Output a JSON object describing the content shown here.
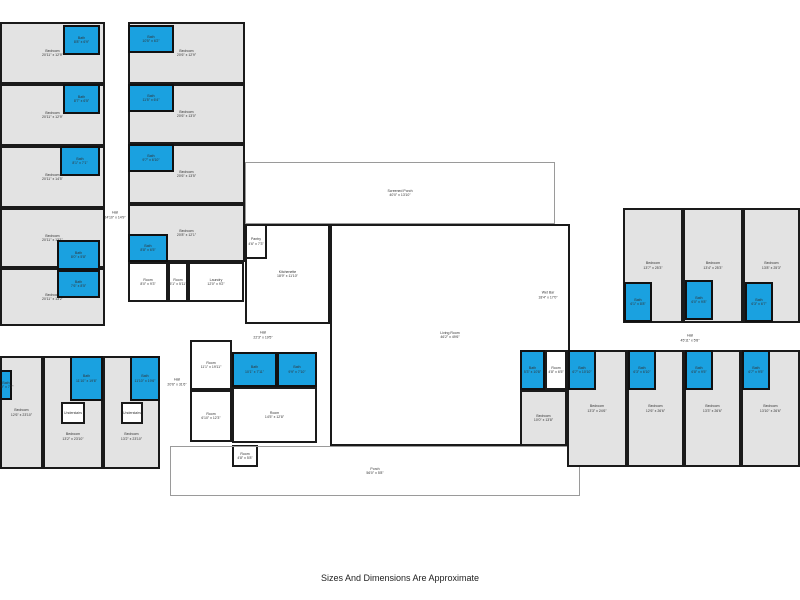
{
  "colors": {
    "bath": "#1aa1e0",
    "bedroom": "#e3e3e3",
    "wall": "#1a1a1a"
  },
  "rooms": [
    {
      "name": "Bedroom",
      "dims": "20'11\" x 12'9\""
    },
    {
      "name": "Bedroom",
      "dims": "20'11\" x 12'9\""
    },
    {
      "name": "Bedroom",
      "dims": "20'11\" x 14'5\""
    },
    {
      "name": "Bedroom",
      "dims": "20'11\" x 13'1\""
    },
    {
      "name": "Bedroom",
      "dims": "20'11\" x 13'2\""
    },
    {
      "name": "Bedroom",
      "dims": "20'6\" x 12'9\""
    },
    {
      "name": "Bedroom",
      "dims": "20'6\" x 13'0\""
    },
    {
      "name": "Bedroom",
      "dims": "20'6\" x 13'5\""
    },
    {
      "name": "Bedroom",
      "dims": "20'8\" x 12'1\""
    },
    {
      "name": "Room",
      "dims": "8'0\" x 9'3\""
    },
    {
      "name": "Room",
      "dims": "5'1\" x 5'11\""
    },
    {
      "name": "Laundry",
      "dims": "12'0\" x 9'2\""
    },
    {
      "name": "Bedroom",
      "dims": "12'6\" x 23'10\""
    },
    {
      "name": "Bedroom",
      "dims": "13'2\" x 23'10\""
    },
    {
      "name": "Bedroom",
      "dims": "13'2\" x 23'10\""
    },
    {
      "name": "Understairs",
      "dims": ""
    },
    {
      "name": "Understairs",
      "dims": ""
    },
    {
      "name": "Screened Porch",
      "dims": "40'0\" x 13'10\""
    },
    {
      "name": "Living Room",
      "dims": "46'2\" x 49'6\""
    },
    {
      "name": "Kitchenette",
      "dims": "18'9\" x 11'10\""
    },
    {
      "name": "Pantry",
      "dims": "4'6\" x 7'3\""
    },
    {
      "name": "Room",
      "dims": "11'1\" x 19'11\""
    },
    {
      "name": "Room",
      "dims": "6'10\" x 12'3\""
    },
    {
      "name": "Room",
      "dims": "14'5\" x 12'8\""
    },
    {
      "name": "Room",
      "dims": "4'8\" x 5'8\""
    },
    {
      "name": "Porch",
      "dims": "56'0\" x 5'8\""
    },
    {
      "name": "Bedroom",
      "dims": "13'7\" x 25'3\""
    },
    {
      "name": "Bedroom",
      "dims": "13'4\" x 25'3\""
    },
    {
      "name": "Bedroom",
      "dims": "13'8\" x 25'3\""
    },
    {
      "name": "Room",
      "dims": "4'8\" x 6'5\""
    },
    {
      "name": "Bedroom",
      "dims": "10'0\" x 13'8\""
    },
    {
      "name": "Bedroom",
      "dims": "13'3\" x 24'6\""
    },
    {
      "name": "Bedroom",
      "dims": "12'6\" x 26'6\""
    },
    {
      "name": "Bedroom",
      "dims": "13'3\" x 26'6\""
    },
    {
      "name": "Bedroom",
      "dims": "13'10\" x 26'6\""
    }
  ],
  "baths": [
    {
      "name": "Bath",
      "dims": "8'8\" x 6'9\""
    },
    {
      "name": "Bath",
      "dims": "8'7\" x 6'5\""
    },
    {
      "name": "Bath",
      "dims": "8'1\" x 7'1\""
    },
    {
      "name": "Bath",
      "dims": "8'0\" x 5'8\""
    },
    {
      "name": "Bath",
      "dims": "7'6\" x 8'5\""
    },
    {
      "name": "Bath",
      "dims": "10'5\" x 6'2\""
    },
    {
      "name": "Bath",
      "dims": "11'5\" x 6'4\""
    },
    {
      "name": "Bath",
      "dims": "9'7\" x 6'10\""
    },
    {
      "name": "Bath",
      "dims": "8'8\" x 6'5\""
    },
    {
      "name": "Bath",
      "dims": "5'9\" x 7'7\""
    },
    {
      "name": "Bath",
      "dims": "11'10\" x 19'6\""
    },
    {
      "name": "Bath",
      "dims": "11'10\" x 19'6\""
    },
    {
      "name": "Bath",
      "dims": "10'1\" x 7'11\""
    },
    {
      "name": "Bath",
      "dims": "9'9\" x 7'10\""
    },
    {
      "name": "Bath",
      "dims": "6'1\" x 8'8\""
    },
    {
      "name": "Bath",
      "dims": "6'0\" x 9'8\""
    },
    {
      "name": "Bath",
      "dims": "6'3\" x 6'7\""
    },
    {
      "name": "Bath",
      "dims": "5'3\" x 10'8\""
    },
    {
      "name": "Bath",
      "dims": "6'7\" x 10'10\""
    },
    {
      "name": "Bath",
      "dims": "6'3\" x 6'10\""
    },
    {
      "name": "Bath",
      "dims": "6'8\" x 9'5\""
    },
    {
      "name": "Bath",
      "dims": "6'7\" x 9'5\""
    }
  ],
  "labels": [
    {
      "name": "Hall",
      "dims": "24'10\" x 14'9\""
    },
    {
      "name": "Hall",
      "dims": "20'6\" x 31'6\""
    },
    {
      "name": "Hall",
      "dims": "22'3\" x 19'5\""
    },
    {
      "name": "Wet Bar",
      "dims": "18'4\" x 17'0\""
    },
    {
      "name": "Hall",
      "dims": "45'11\" x 5'8\""
    }
  ],
  "footer": "Sizes And Dimensions Are Approximate"
}
